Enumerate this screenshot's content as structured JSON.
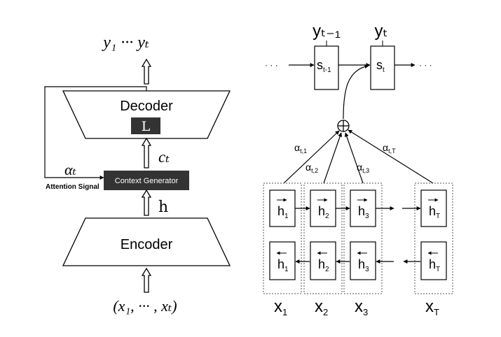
{
  "left": {
    "output_label": "y₁ ··· yₜ",
    "decoder_label": "Decoder",
    "l_label": "L",
    "context_label": "cₜ",
    "alpha_label": "αₜ",
    "attention_signal_label": "Attention Signal",
    "context_generator_label": "Context Generator",
    "h_label": "h",
    "encoder_label": "Encoder",
    "input_label": "(x₁, ··· , xₜ)"
  },
  "right": {
    "y_prev_label": "yₜ₋₁",
    "y_t_label": "yₜ",
    "s_prev_main": "s",
    "s_prev_sub": "t-1",
    "s_t_main": "s",
    "s_t_sub": "t",
    "dots_left": "· · ·",
    "dots_right": "· · ·",
    "plus_symbol": "⊕",
    "alpha_labels": [
      {
        "main": "α",
        "sub": "t,1"
      },
      {
        "main": "α",
        "sub": "t,2"
      },
      {
        "main": "α",
        "sub": "t,3"
      },
      {
        "main": "α",
        "sub": "t,T"
      }
    ],
    "fwd_h": [
      {
        "main": "h",
        "sub": "1"
      },
      {
        "main": "h",
        "sub": "2"
      },
      {
        "main": "h",
        "sub": "3"
      },
      {
        "main": "h",
        "sub": "T"
      }
    ],
    "bwd_h": [
      {
        "main": "h",
        "sub": "1"
      },
      {
        "main": "h",
        "sub": "2"
      },
      {
        "main": "h",
        "sub": "3"
      },
      {
        "main": "h",
        "sub": "T"
      }
    ],
    "x_labels": [
      {
        "main": "x",
        "sub": "1"
      },
      {
        "main": "x",
        "sub": "2"
      },
      {
        "main": "x",
        "sub": "3"
      },
      {
        "main": "x",
        "sub": "T"
      }
    ]
  },
  "colors": {
    "line": "#000000",
    "dark_box": "#333333",
    "dark_box_text": "#ffffff",
    "dashed": "#555555"
  }
}
